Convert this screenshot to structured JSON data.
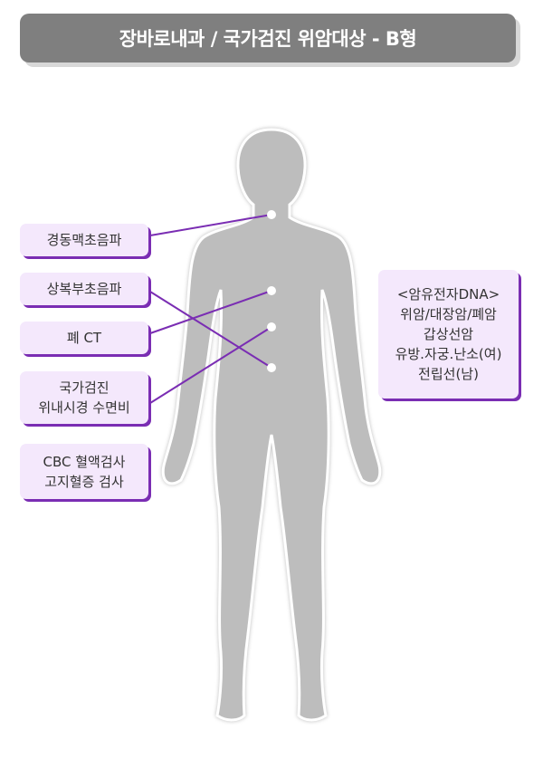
{
  "title": "장바로내과 / 국가검진 위암대상 - B형",
  "left_labels": [
    {
      "lines": [
        "경동맥초음파"
      ]
    },
    {
      "lines": [
        "상복부초음파"
      ]
    },
    {
      "lines": [
        "폐 CT"
      ]
    },
    {
      "lines": [
        "국가검진",
        "위내시경 수면비"
      ]
    },
    {
      "lines": [
        "CBC 혈액검사",
        "고지혈증 검사"
      ]
    }
  ],
  "right_label": {
    "lines": [
      "<암유전자DNA>",
      "위암/대장암/폐암",
      "갑상선암",
      "유방.자궁.난소(여)",
      "전립선(남)"
    ]
  },
  "colors": {
    "accent": "#7a2db3",
    "box_bg": "#f4e8fc",
    "body": "#bdbdbd",
    "header": "#7f7f7f"
  }
}
